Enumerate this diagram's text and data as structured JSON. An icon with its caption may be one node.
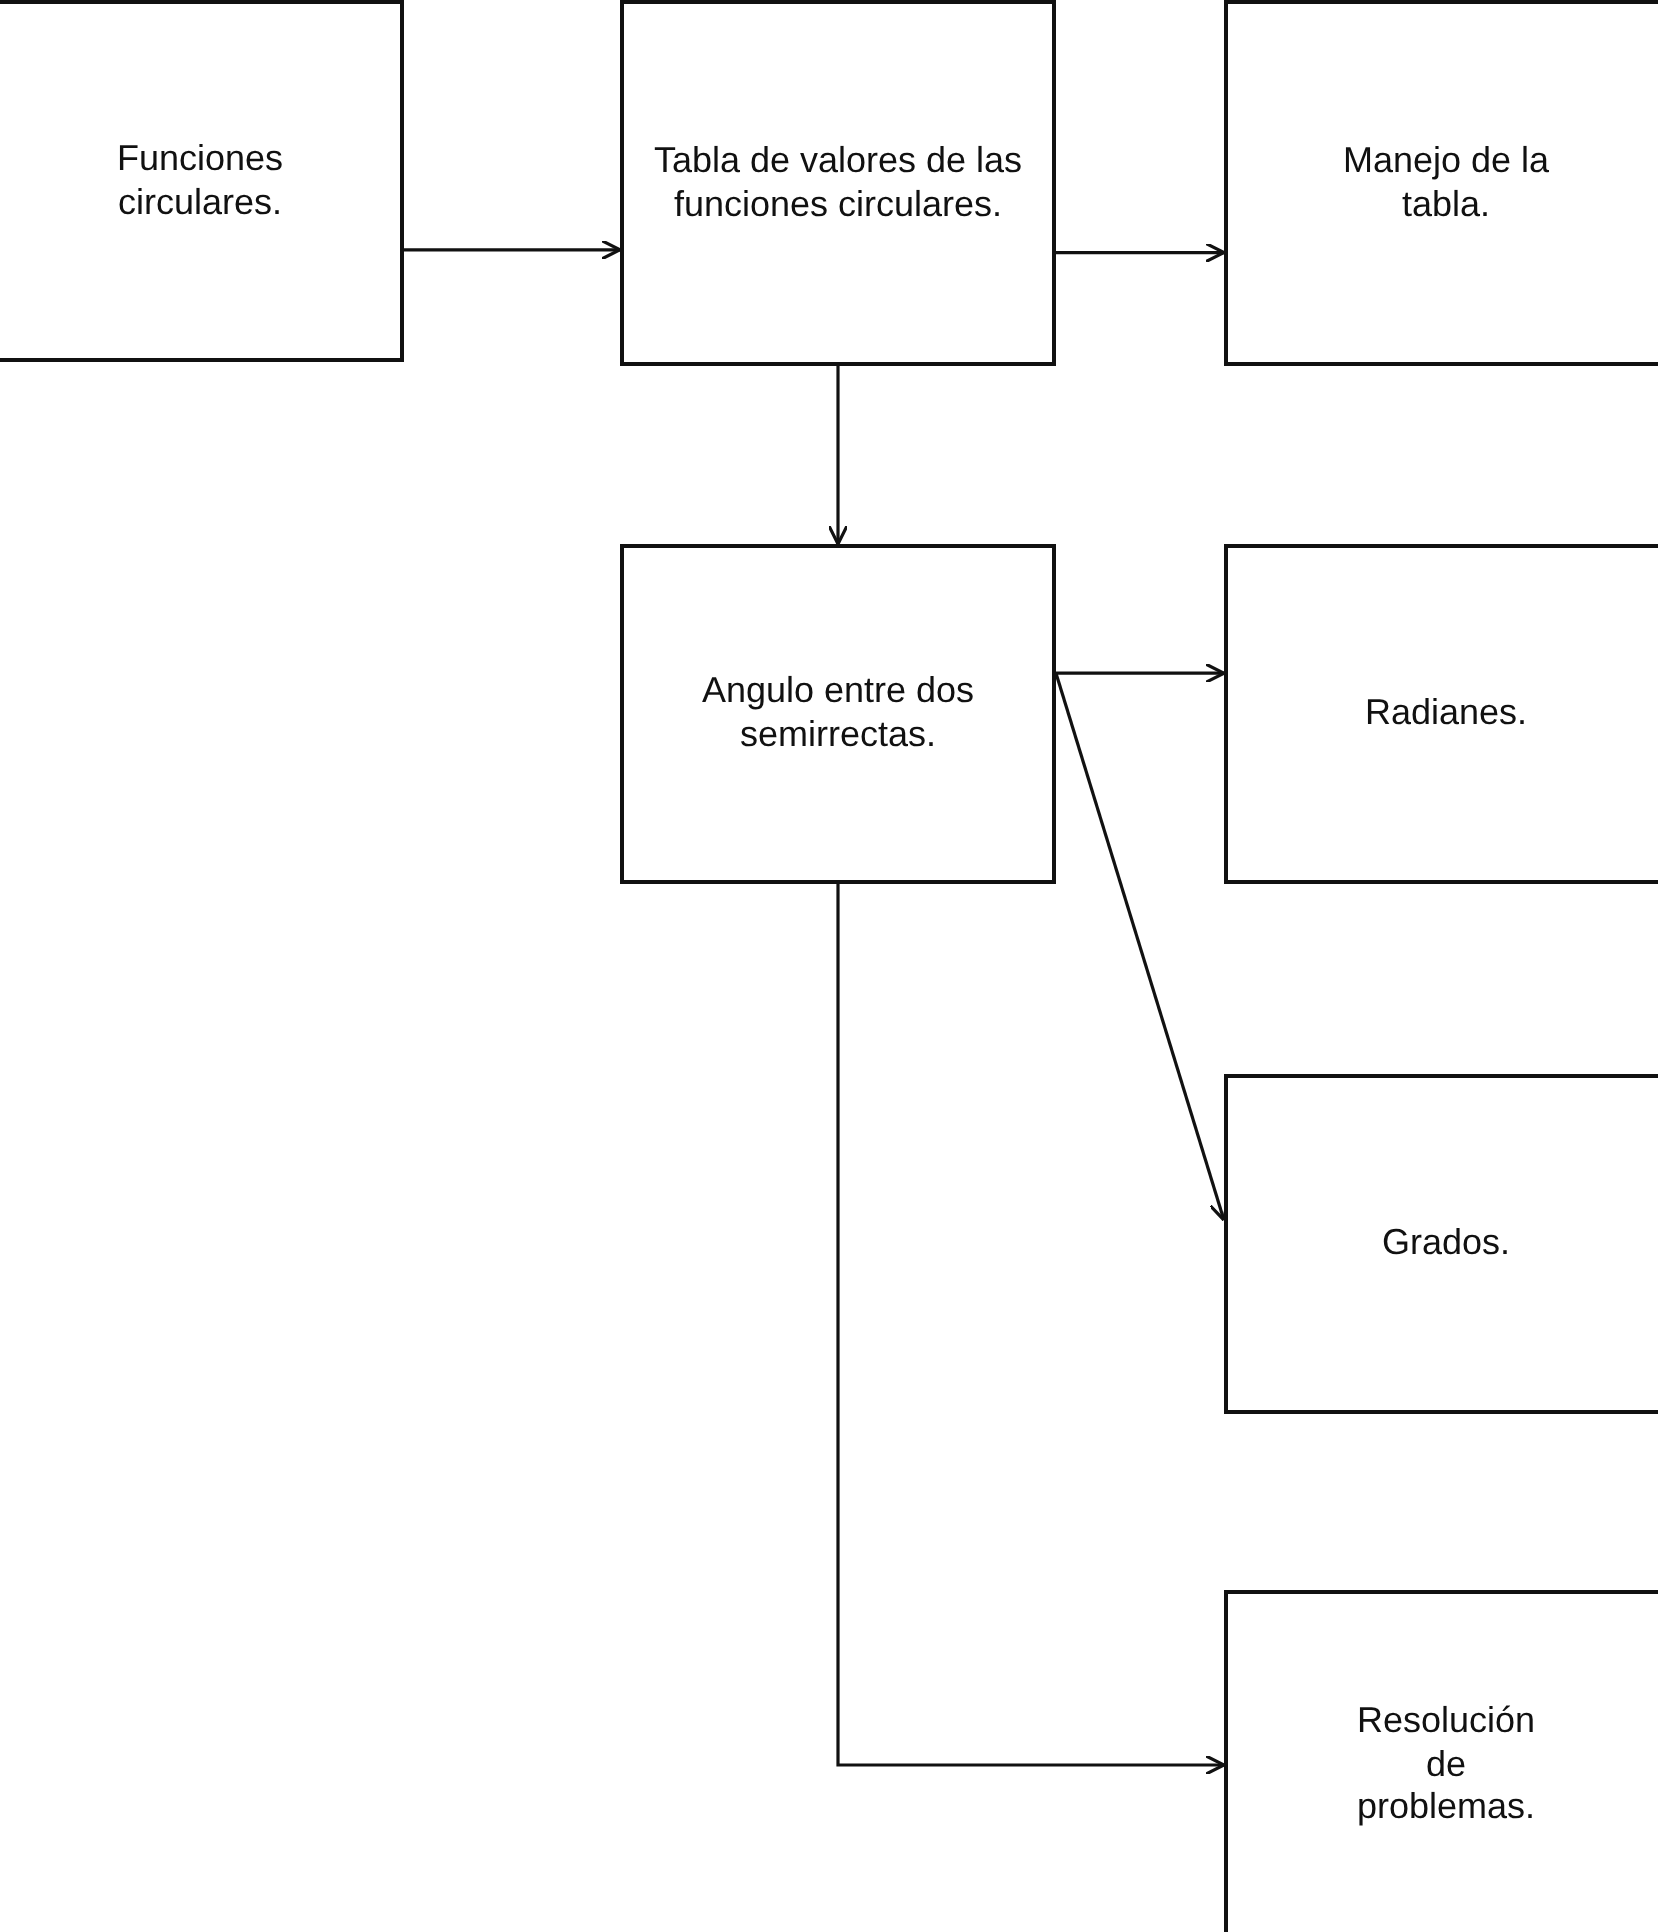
{
  "diagram": {
    "nodes": [
      {
        "text": [
          "Funciones circulares."
        ]
      },
      {
        "text": [
          "Tabla de valores de las funciones circulares."
        ]
      },
      {
        "text": [
          "Manejo de la tabla."
        ]
      },
      {
        "text": [
          "Angulo entre dos semirrectas."
        ]
      },
      {
        "text": [
          "Radianes."
        ]
      },
      {
        "text": [
          "Grados."
        ]
      },
      {
        "text": [
          "Resolución de problemas."
        ]
      }
    ],
    "edges": [
      {
        "from": 0,
        "to": 1,
        "arrow": "to"
      },
      {
        "from": 1,
        "to": 2,
        "arrow": "to"
      },
      {
        "from": 1,
        "to": 3,
        "arrow": "to"
      },
      {
        "from": 3,
        "to": 4,
        "arrow": "to"
      },
      {
        "from": 3,
        "to": 5,
        "arrow": "to"
      },
      {
        "from": 3,
        "to": 6,
        "arrow": "to"
      }
    ]
  }
}
